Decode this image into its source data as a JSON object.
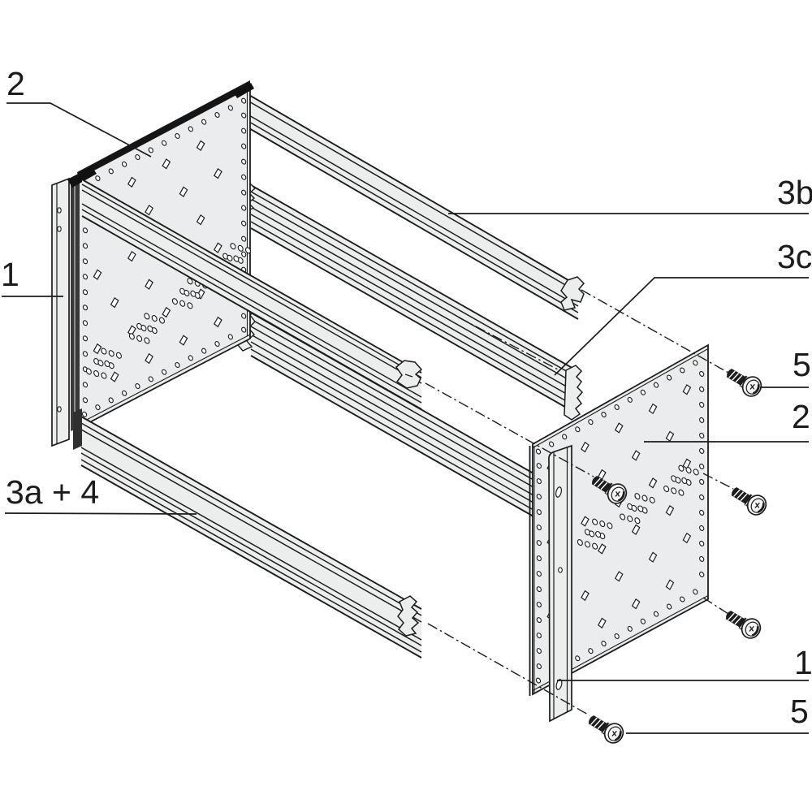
{
  "diagram": {
    "background": "#ffffff",
    "ink": "#1c1c1c",
    "metal_fill": "#eceded",
    "callouts": [
      {
        "id": "part-2-left",
        "text": "2"
      },
      {
        "id": "part-1-left",
        "text": "1"
      },
      {
        "id": "part-3a-4",
        "text": "3a + 4"
      },
      {
        "id": "part-3b",
        "text": "3b"
      },
      {
        "id": "part-3c",
        "text": "3c"
      },
      {
        "id": "part-5-top",
        "text": "5"
      },
      {
        "id": "part-2-right",
        "text": "2"
      },
      {
        "id": "part-1-right",
        "text": "1"
      },
      {
        "id": "part-5-bottom",
        "text": "5"
      }
    ]
  }
}
